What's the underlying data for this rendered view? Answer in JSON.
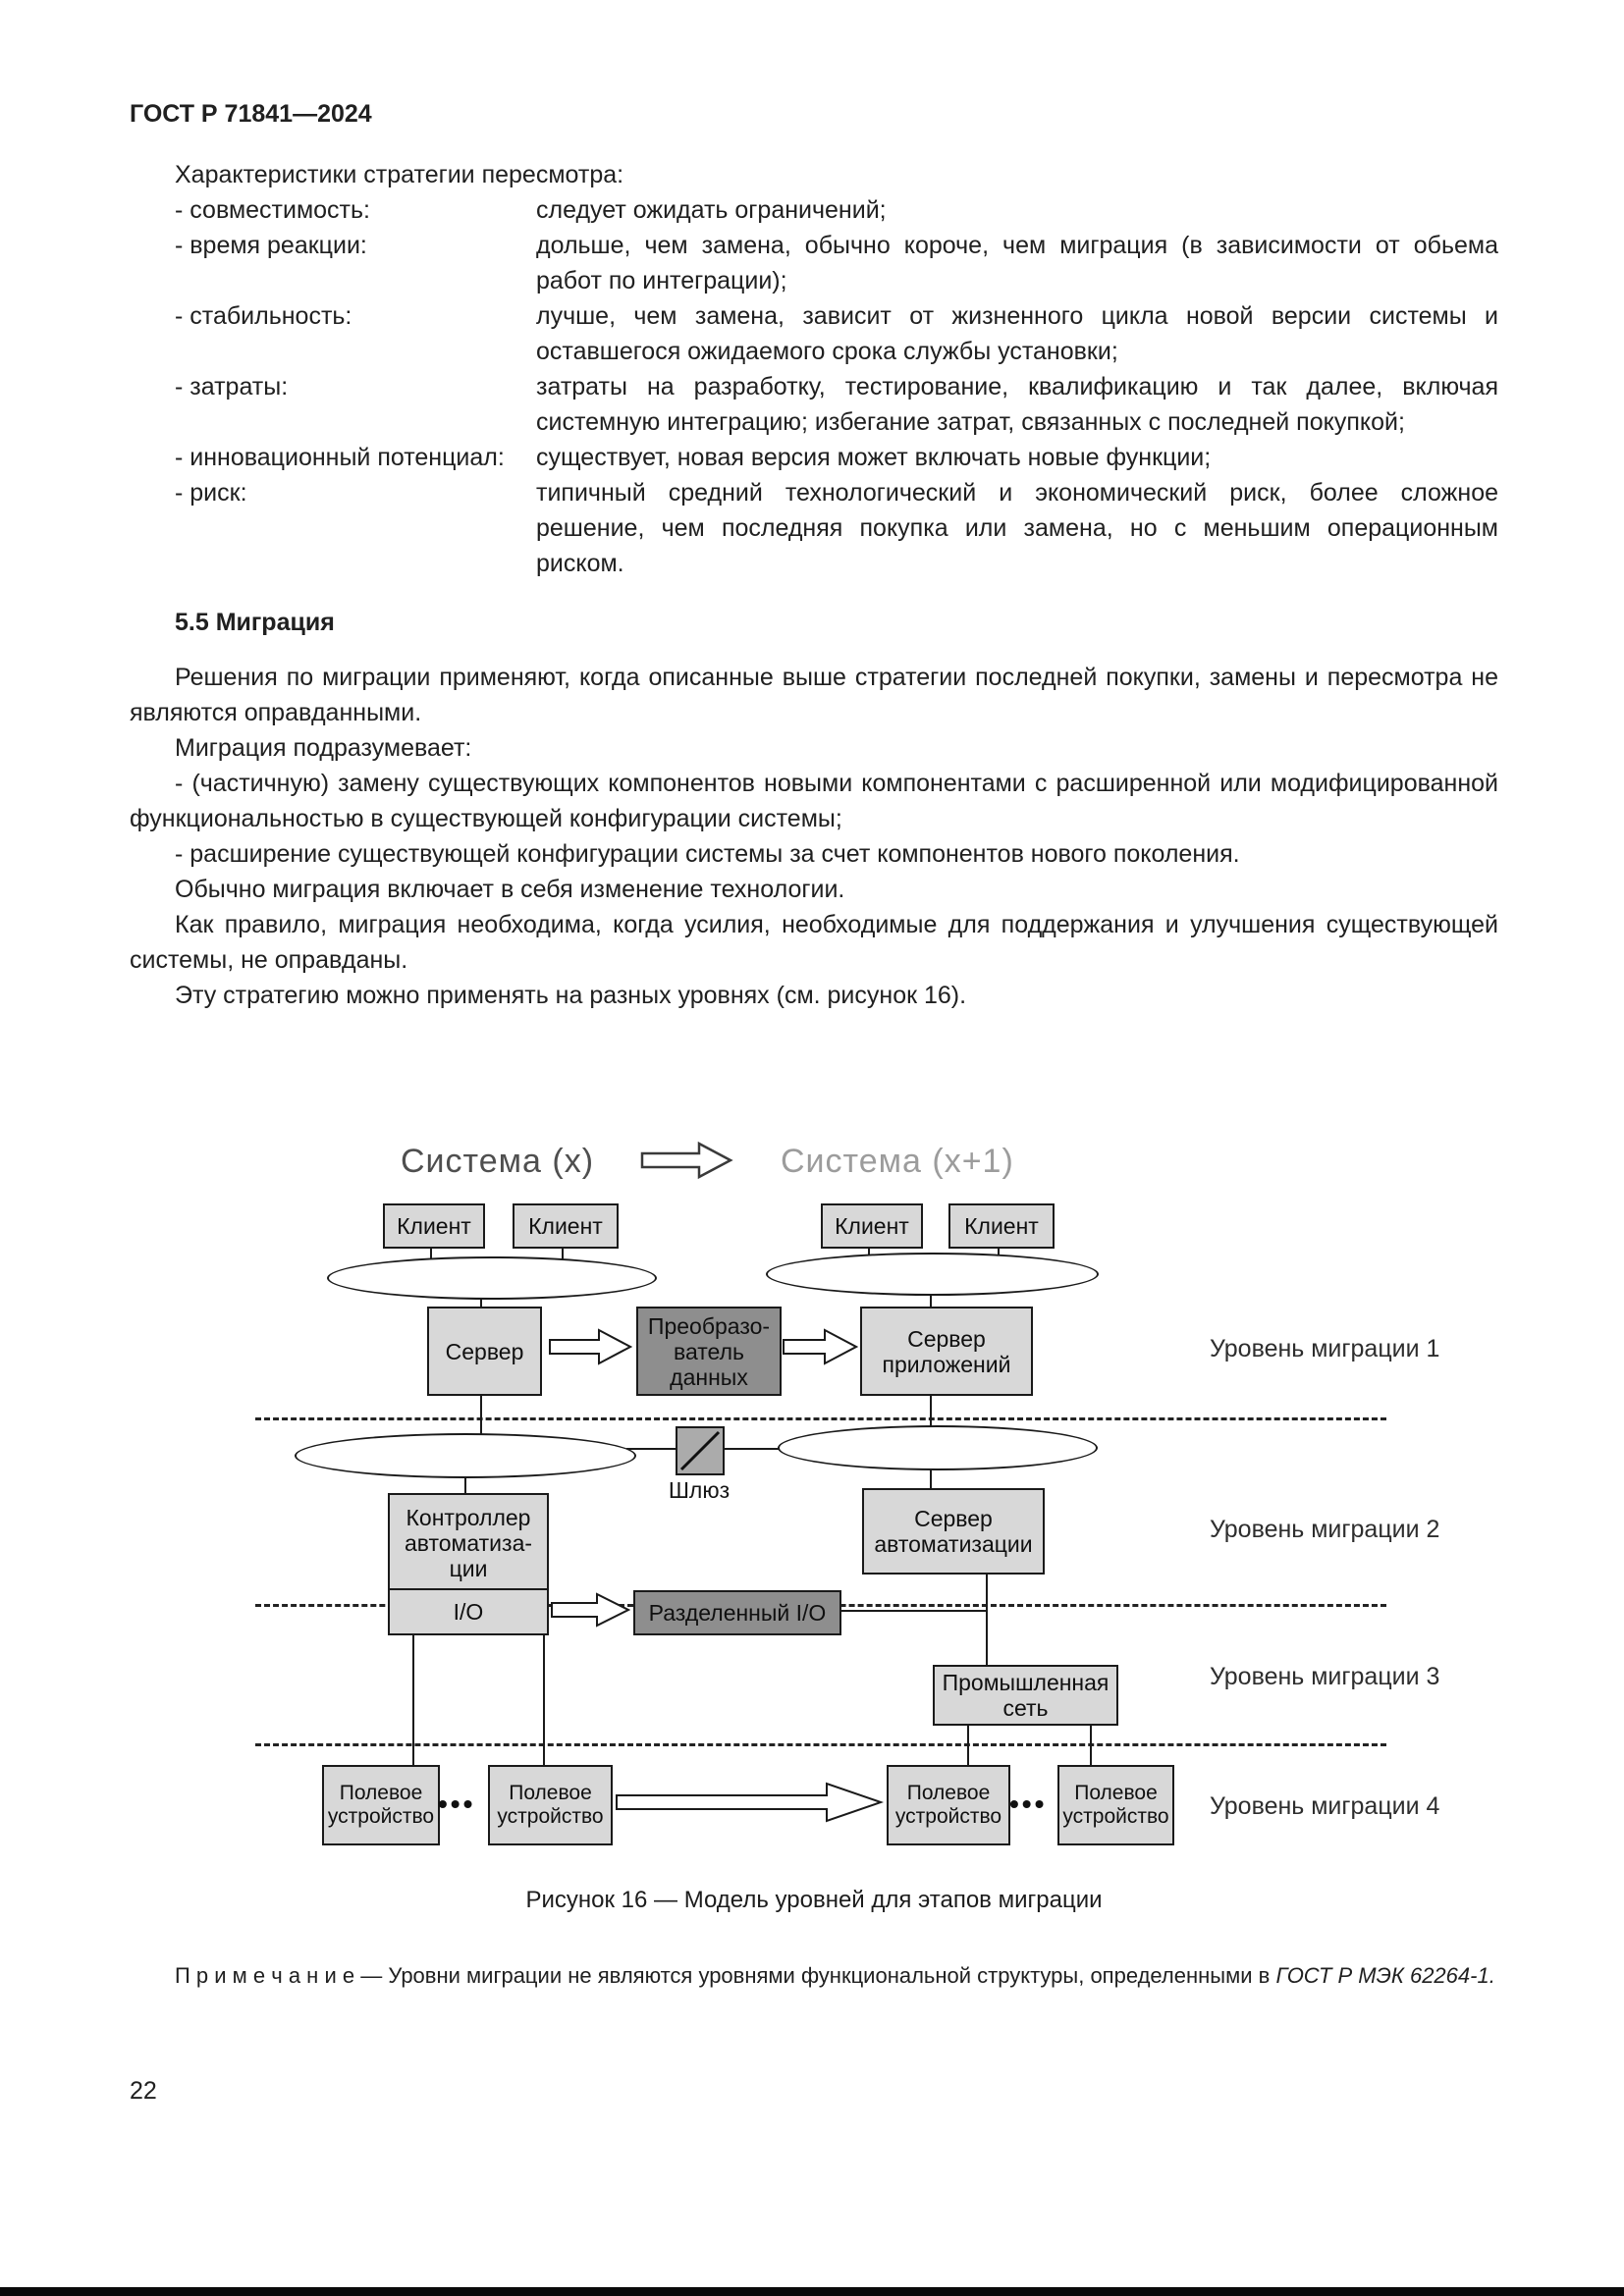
{
  "page": {
    "header": "ГОСТ Р 71841—2024",
    "number": "22"
  },
  "characteristics": {
    "intro": "Характеристики стратегии пересмотра:",
    "items": [
      {
        "label": "- совместимость:",
        "value": "следует ожидать ограничений;"
      },
      {
        "label": "- время реакции:",
        "value": "дольше, чем замена, обычно короче, чем миграция (в зависимости от обьема работ по интеграции);"
      },
      {
        "label": "- стабильность:",
        "value": "лучше, чем замена, зависит от жизненного цикла новой версии системы и оставшегося ожидаемого срока службы установки;"
      },
      {
        "label": "- затраты:",
        "value": "затраты на разработку, тестирование, квалификацию и так далее, включая системную интеграцию; избегание затрат, связанных с последней покупкой;"
      },
      {
        "label": "- инновационный потенциал:",
        "value": "существует, новая версия может включать новые функции;"
      },
      {
        "label": "- риск:",
        "value": "типичный средний технологический и экономический риск, более сложное решение, чем последняя покупка или замена, но с меньшим операционным риском."
      }
    ]
  },
  "section": {
    "title": "5.5 Миграция",
    "paragraphs": [
      "Решения по миграции применяют, когда описанные выше стратегии последней покупки, замены и пересмотра не являются оправданными.",
      "Миграция подразумевает:",
      "- (частичную) замену существующих компонентов новыми компонентами с расширенной или модифицированной функциональностью в существующей конфигурации системы;",
      "- расширение существующей конфигурации системы за счет компонентов нового поколения.",
      "Обычно миграция включает в себя изменение технологии.",
      "Как правило, миграция необходима, когда усилия, необходимые для поддержания и улучшения существующей системы, не оправданы.",
      "Эту стратегию можно применять на разных уровнях (см. рисунок 16)."
    ]
  },
  "figure": {
    "system_left": "Система  (x)",
    "system_right": "Система  (x+1)",
    "client": "Клиент",
    "server": "Сервер",
    "converter": "Преобразо-\nватель\nданных",
    "app_server": "Сервер\nприложений",
    "gateway": "Шлюз",
    "controller": "Контроллер\nавтоматиза-\nции",
    "autom_server": "Сервер\nавтоматизации",
    "io": "I/O",
    "divided_io": "Разделенный I/O",
    "industrial_net": "Промышленная\nсеть",
    "field_device": "Полевое\nустройство",
    "dots": "•••",
    "levels": [
      "Уровень миграции 1",
      "Уровень миграции 2",
      "Уровень миграции 3",
      "Уровень миграции 4"
    ],
    "caption": "Рисунок 16 — Модель уровней для этапов миграции"
  },
  "note": {
    "label": "П р и м е ч а н и е",
    "text": "—  Уровни миграции не являются уровнями функциональной структуры, определенными в",
    "ref": "ГОСТ Р МЭК 62264-1."
  },
  "colors": {
    "box_fill": "#d8d8d8",
    "box_dark": "#8e8e8e",
    "text": "#202020",
    "system_left": "#4f4f4f",
    "system_right": "#9c9c9c"
  }
}
